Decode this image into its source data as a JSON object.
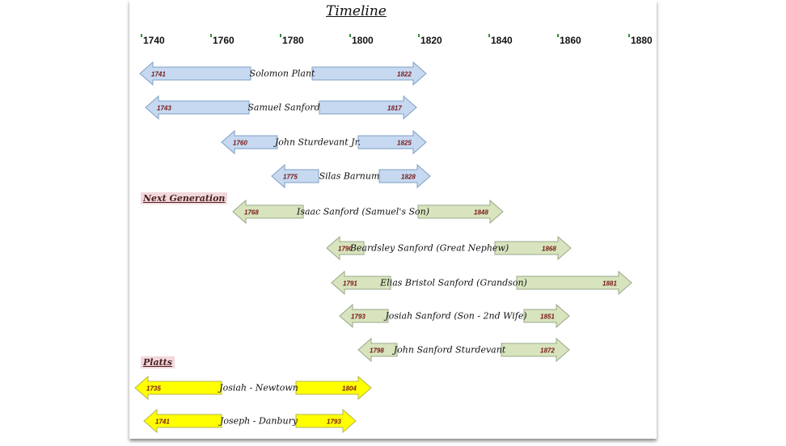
{
  "title": "Timeline",
  "axis_ticks": [
    "1740",
    "1760",
    "1780",
    "1800",
    "1820",
    "1840",
    "1860",
    "1880"
  ],
  "sections": {
    "next_generation": "Next Generation",
    "platts": "Platts"
  },
  "colors": {
    "first_generation": "#c6d9f1",
    "next_generation": "#d7e4bd",
    "platts": "#ffff00",
    "year_text": "#7a1818"
  },
  "people": [
    {
      "name": "Solomon Plant",
      "born": "1741",
      "died": "1822",
      "group": "first_generation"
    },
    {
      "name": "Samuel Sanford",
      "born": "1743",
      "died": "1817",
      "group": "first_generation"
    },
    {
      "name": "John Sturdevant Jr.",
      "born": "1760",
      "died": "1825",
      "group": "first_generation"
    },
    {
      "name": "Silas Barnum",
      "born": "1775",
      "died": "1828",
      "group": "first_generation"
    },
    {
      "name": "Isaac Sanford (Samuel's Son)",
      "born": "1768",
      "died": "1848",
      "group": "next_generation"
    },
    {
      "name": "Beardsley Sanford (Great Nephew)",
      "born": "1790",
      "died": "1868",
      "group": "next_generation"
    },
    {
      "name": "Elias Bristol Sanford (Grandson)",
      "born": "1791",
      "died": "1881",
      "group": "next_generation"
    },
    {
      "name": "Josiah Sanford (Son - 2nd Wife)",
      "born": "1793",
      "died": "1851",
      "group": "next_generation"
    },
    {
      "name": "John Sanford Sturdevant",
      "born": "1798",
      "died": "1872",
      "group": "next_generation"
    },
    {
      "name": "Josiah - Newtown",
      "born": "1735",
      "died": "1804",
      "group": "platts"
    },
    {
      "name": "Joseph - Danbury",
      "born": "1741",
      "died": "1793",
      "group": "platts"
    }
  ]
}
